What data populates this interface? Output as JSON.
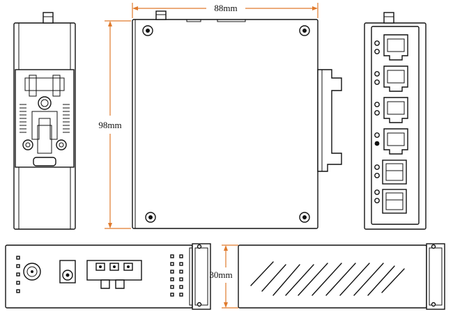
{
  "dimensions": {
    "width": "88mm",
    "height": "98mm",
    "depth": "30mm"
  },
  "colors": {
    "dimension_line": "#e07a2c",
    "outline": "#111111",
    "background": "#ffffff"
  },
  "views": {
    "front_ports": {
      "rj45_count": 4,
      "sfp_count": 2,
      "led_count": 12
    },
    "bottom_leds": {
      "left_column": 5,
      "right_column_a": 6,
      "right_column_b": 6
    }
  }
}
